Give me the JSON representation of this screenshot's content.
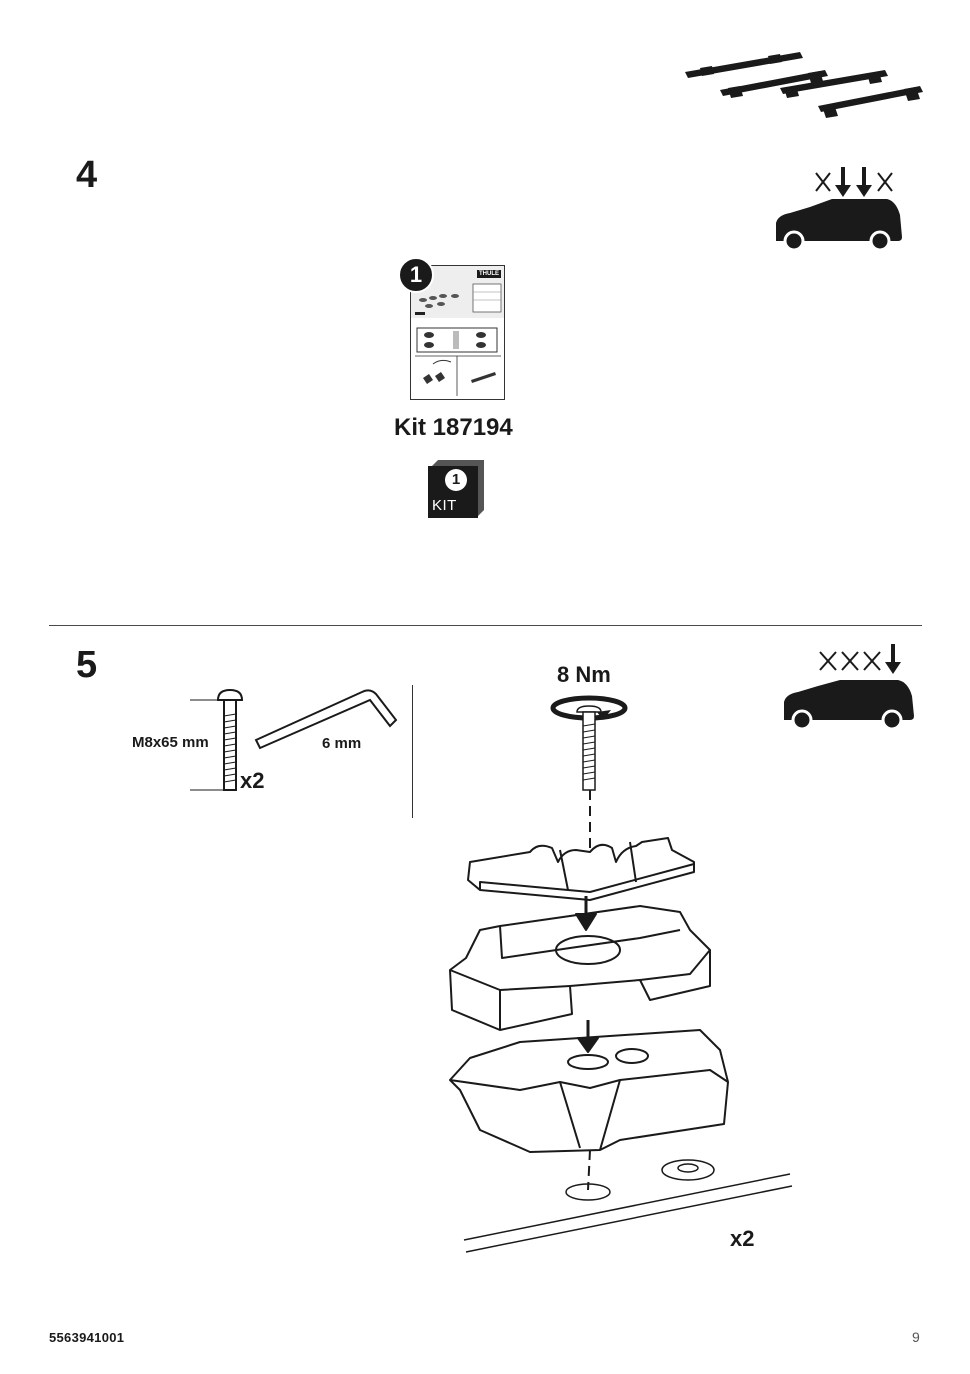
{
  "step4": {
    "number": "4",
    "kit_title": "Kit 187194",
    "kit_badge_num": "1",
    "kit_badge_label": "KIT",
    "manual_step": "1",
    "manual_brand": "THULE"
  },
  "step5": {
    "number": "5",
    "bolt_label": "M8x65 mm",
    "bolt_qty": "x2",
    "wrench_label": "6 mm",
    "torque": "8 Nm",
    "assembly_qty": "x2"
  },
  "footer": {
    "doc_number": "5563941001",
    "page_number": "9"
  },
  "colors": {
    "ink": "#1a1a1a",
    "divider": "#4a4a4a",
    "arrow_ghost": "#b8b8b8"
  },
  "icons": [
    "roof-bars-icon",
    "car-load-arrows-icon",
    "kit-box-icon",
    "torque-icon",
    "bolt-icon",
    "hex-key-icon"
  ]
}
